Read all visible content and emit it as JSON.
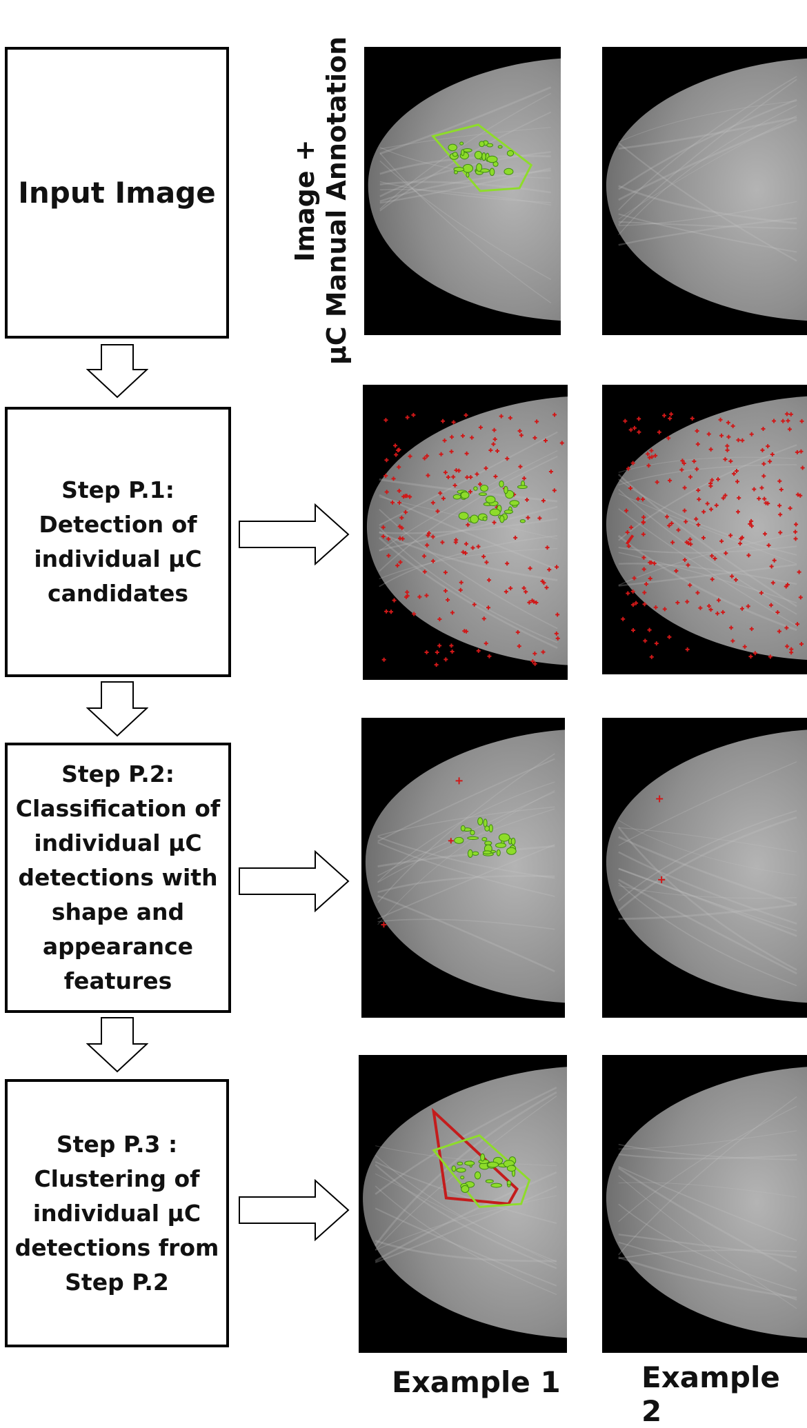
{
  "input_box": {
    "label": "Input Image"
  },
  "annotation_label": {
    "line1": "Image +",
    "line2": "µC Manual Annotation"
  },
  "steps": [
    {
      "lines": [
        "Step P.1:",
        "Detection of",
        "individual µC",
        "candidates"
      ]
    },
    {
      "lines": [
        "Step P.2:",
        "Classification of",
        "individual µC",
        "detections with",
        "shape and",
        "appearance",
        "features"
      ]
    },
    {
      "lines": [
        "Step P.3 :",
        "Clustering of",
        "individual µC",
        "detections from",
        "Step P.2"
      ]
    }
  ],
  "examples": {
    "col1": "Example 1",
    "col2": "Example 2"
  },
  "colors": {
    "candidate": "#d01818",
    "annotation": "#8edc2a",
    "cluster_detected": "#c41c1c"
  }
}
